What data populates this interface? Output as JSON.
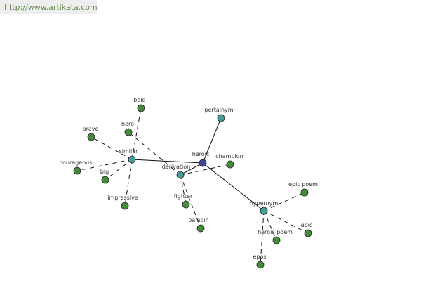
{
  "source_url": "http://www.artikata.com",
  "colors": {
    "center": "#3b44a0",
    "relation": "#4a9c98",
    "term": "#468a3c"
  },
  "nodes": [
    {
      "id": "heroic",
      "label": "heroic",
      "kind": "center"
    },
    {
      "id": "pertainym",
      "label": "pertainym",
      "kind": "relation"
    },
    {
      "id": "similar",
      "label": "similar",
      "kind": "relation"
    },
    {
      "id": "derivation",
      "label": "derivation",
      "kind": "relation"
    },
    {
      "id": "hypernym",
      "label": "hypernym",
      "kind": "relation"
    },
    {
      "id": "bold",
      "label": "bold",
      "kind": "term"
    },
    {
      "id": "brave",
      "label": "brave",
      "kind": "term"
    },
    {
      "id": "hero",
      "label": "hero",
      "kind": "term"
    },
    {
      "id": "courageous",
      "label": "courageous",
      "kind": "term"
    },
    {
      "id": "big",
      "label": "big",
      "kind": "term"
    },
    {
      "id": "impressive",
      "label": "impressive",
      "kind": "term"
    },
    {
      "id": "champion",
      "label": "champion",
      "kind": "term"
    },
    {
      "id": "fighter",
      "label": "fighter",
      "kind": "term"
    },
    {
      "id": "paladin",
      "label": "paladin",
      "kind": "term"
    },
    {
      "id": "epic_poem_1",
      "label": "epic poem",
      "kind": "term"
    },
    {
      "id": "epic",
      "label": "epic",
      "kind": "term"
    },
    {
      "id": "heroic_poem",
      "label": "heroic poem",
      "kind": "term"
    },
    {
      "id": "epos",
      "label": "epos",
      "kind": "term"
    }
  ],
  "edges": [
    {
      "from": "heroic",
      "to": "pertainym",
      "style": "solid"
    },
    {
      "from": "heroic",
      "to": "similar",
      "style": "solid"
    },
    {
      "from": "heroic",
      "to": "derivation",
      "style": "solid"
    },
    {
      "from": "heroic",
      "to": "hypernym",
      "style": "solid"
    },
    {
      "from": "similar",
      "to": "bold",
      "style": "dashed"
    },
    {
      "from": "similar",
      "to": "brave",
      "style": "dashed"
    },
    {
      "from": "similar",
      "to": "courageous",
      "style": "dashed"
    },
    {
      "from": "similar",
      "to": "big",
      "style": "dashed"
    },
    {
      "from": "similar",
      "to": "impressive",
      "style": "dashed"
    },
    {
      "from": "derivation",
      "to": "hero",
      "style": "dashed"
    },
    {
      "from": "derivation",
      "to": "champion",
      "style": "dashed"
    },
    {
      "from": "derivation",
      "to": "fighter",
      "style": "dashed"
    },
    {
      "from": "derivation",
      "to": "paladin",
      "style": "dashed"
    },
    {
      "from": "hypernym",
      "to": "epic_poem_1",
      "style": "dashed"
    },
    {
      "from": "hypernym",
      "to": "epic",
      "style": "dashed"
    },
    {
      "from": "hypernym",
      "to": "heroic_poem",
      "style": "dashed"
    },
    {
      "from": "hypernym",
      "to": "epos",
      "style": "dashed"
    }
  ]
}
